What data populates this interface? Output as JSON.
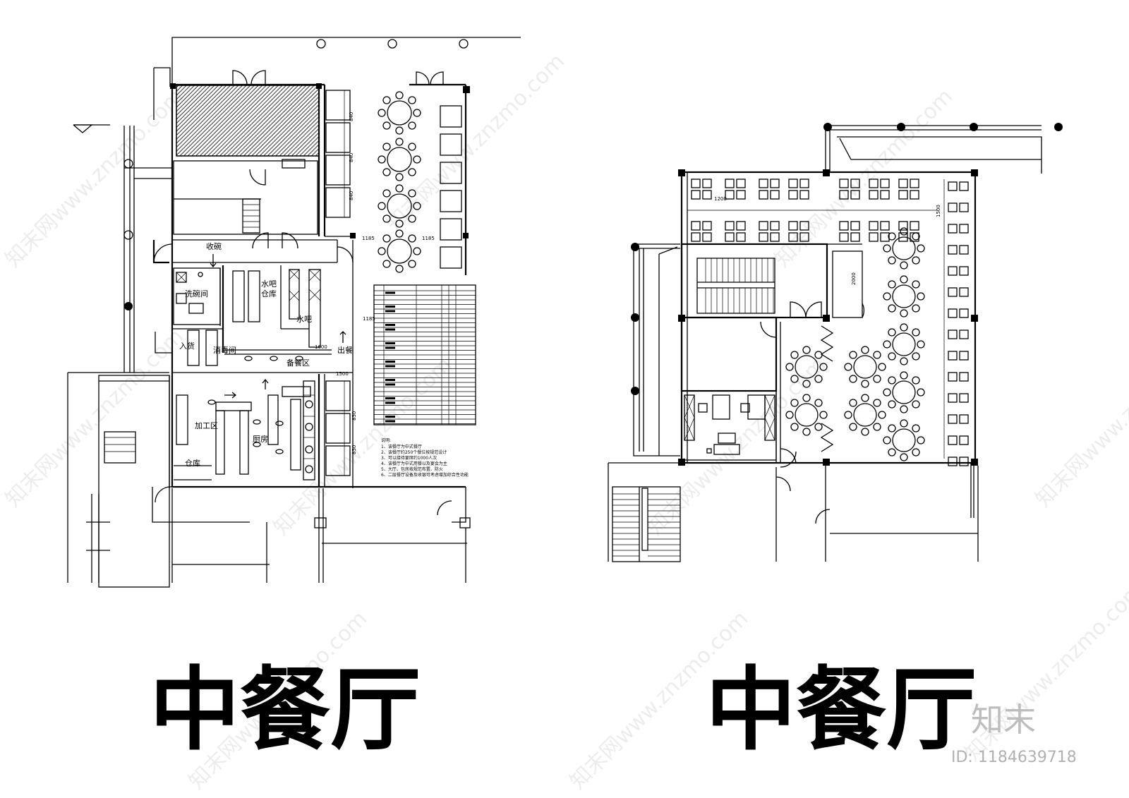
{
  "plans": [
    {
      "title": "中餐厅",
      "rooms": {
        "shouwan": "收碗",
        "xiwanjian": "洗碗间",
        "shuiba_cangku_1": "水吧",
        "shuiba_cangku_2": "仓库",
        "shuiba": "水吧",
        "ruhuo": "入货",
        "xiaodujian": "消毒间",
        "chucan": "出餐",
        "beicanqu": "备餐区",
        "jiagongqu": "加工区",
        "chufang": "厨房",
        "cangku": "仓库"
      },
      "dimensions": [
        "840",
        "840",
        "840",
        "1185",
        "1185",
        "1185",
        "1600",
        "1500",
        "850",
        "850"
      ],
      "notes": {
        "heading": "说明:",
        "items": [
          "1、该餐厅为中式餐厅",
          "2、该餐厅约250个餐位按规范设计",
          "3、可以接待宴席约1000人次",
          "4、该餐厅为中式用餐以及宴会为主",
          "5、大厅、包房按规范布置、防火",
          "6、二层餐厅设备及收银可考虑增加综合性功能"
        ]
      }
    },
    {
      "title": "中餐厅",
      "dimensions": [
        "1200",
        "1500",
        "2000"
      ]
    }
  ],
  "watermark": {
    "text": "知末网www.znzmo.com",
    "logo": "知末",
    "id": "ID: 1184639718"
  }
}
